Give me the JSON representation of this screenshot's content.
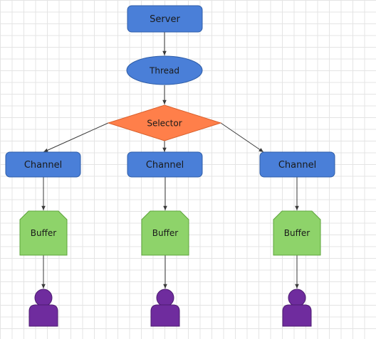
{
  "nodes": {
    "server": "Server",
    "thread": "Thread",
    "selector": "Selector",
    "channels": [
      "Channel",
      "Channel",
      "Channel"
    ],
    "buffers": [
      "Buffer",
      "Buffer",
      "Buffer"
    ]
  },
  "colors": {
    "blue": "#4a7fd8",
    "blue_stroke": "#2f5ea8",
    "orange": "#ff7f4a",
    "orange_stroke": "#d8602c",
    "green": "#8ed36a",
    "green_stroke": "#5ea43b",
    "purple": "#6f2c9e",
    "purple_stroke": "#4c1b70",
    "edge": "#3a3a3a"
  },
  "icons": [
    "user-icon",
    "user-icon",
    "user-icon"
  ]
}
